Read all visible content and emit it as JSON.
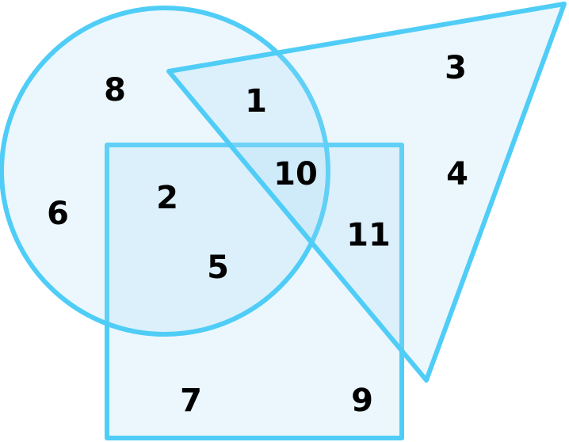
{
  "colors": {
    "stroke": "#4fcdf7",
    "fill": "#a6dcf6",
    "text": "#000000"
  },
  "shapes": [
    "circle",
    "triangle",
    "square"
  ],
  "regions": {
    "n1": "1",
    "n2": "2",
    "n3": "3",
    "n4": "4",
    "n5": "5",
    "n6": "6",
    "n7": "7",
    "n8": "8",
    "n9": "9",
    "n10": "10",
    "n11": "11"
  }
}
